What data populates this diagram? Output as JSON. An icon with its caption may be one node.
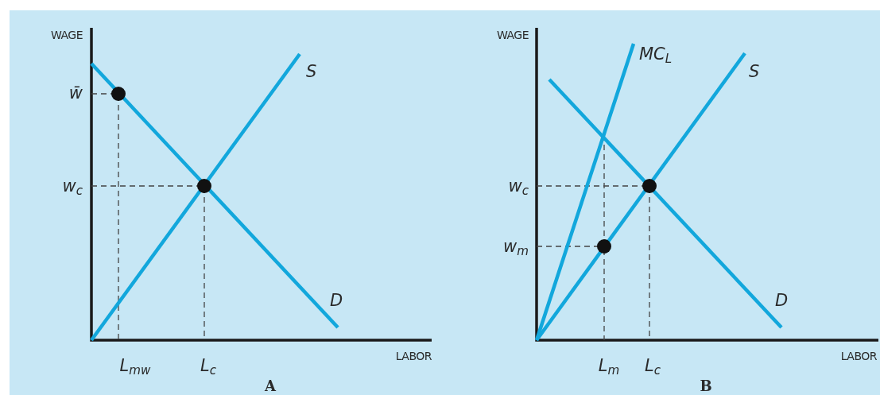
{
  "diagram": {
    "labels": [
      "WAGE",
      "w̄",
      "w$_{c}$",
      "S",
      "D",
      "L$_{mw}$",
      "L$_{c}$",
      "LABOR",
      "A",
      "WAGE",
      "MC$_{L}$",
      "S",
      "w$_{c}$",
      "w$_{m}$",
      "D",
      "L$_{m}$",
      "L$_{c}$",
      "LABOR",
      "B"
    ]
  }
}
